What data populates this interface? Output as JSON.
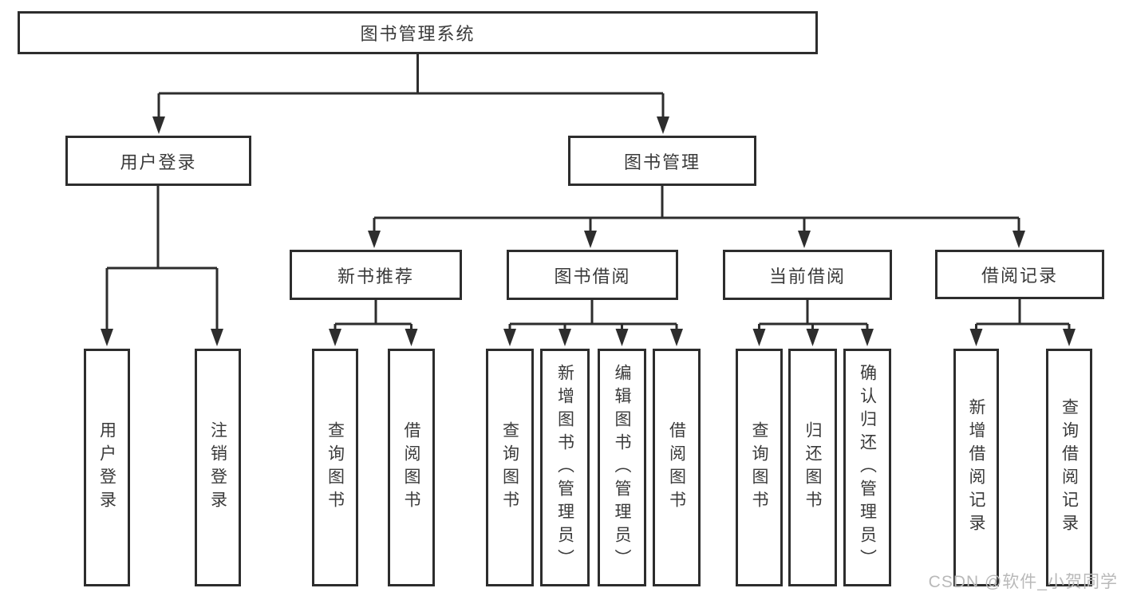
{
  "tree": {
    "label": "图书管理系统",
    "children": [
      {
        "label": "用户登录",
        "children": [
          {
            "label": "用户登录"
          },
          {
            "label": "注销登录"
          }
        ]
      },
      {
        "label": "图书管理",
        "children": [
          {
            "label": "新书推荐",
            "children": [
              {
                "label": "查询图书"
              },
              {
                "label": "借阅图书"
              }
            ]
          },
          {
            "label": "图书借阅",
            "children": [
              {
                "label": "查询图书"
              },
              {
                "label": "新增图书（管理员）"
              },
              {
                "label": "编辑图书（管理员）"
              },
              {
                "label": "借阅图书"
              }
            ]
          },
          {
            "label": "当前借阅",
            "children": [
              {
                "label": "查询图书"
              },
              {
                "label": "归还图书"
              },
              {
                "label": "确认归还（管理员）"
              }
            ]
          },
          {
            "label": "借阅记录",
            "children": [
              {
                "label": "新增借阅记录"
              },
              {
                "label": "查询借阅记录"
              }
            ]
          }
        ]
      }
    ]
  },
  "watermark": {
    "text": "CSDN @软件_小贺同学"
  },
  "colors": {
    "line": "#2d2d2d",
    "box_fill": "#ffffff",
    "text": "#3a3a3a",
    "watermark": "#b9b9b9",
    "background": "#ffffff"
  }
}
